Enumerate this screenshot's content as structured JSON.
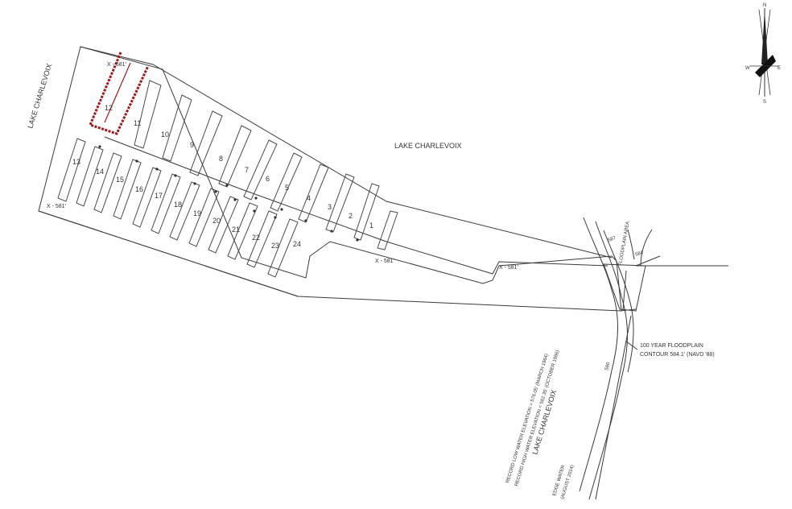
{
  "labels": {
    "lake_left": "LAKE CHARLEVOIX",
    "lake_top": "LAKE CHARLEVOIX",
    "lake_bottom": "LAKE CHARLEVOIX",
    "floodplain_area": "FLOODPLAIN AREA",
    "floodplain_contour_line1": "100 YEAR FLOODPLAIN",
    "floodplain_contour_line2": "CONTOUR 584.1' (NAVD '88)",
    "record_low": "RECORD LOW WATER ELEVATION = 576.05' (MARCH 1964)",
    "record_high": "RECORD HIGH WATER ELEVATION = 582.35' (OCTOBER 1986)",
    "edge_water_line1": "EDGE WATER",
    "edge_water_line2": "(AUGUST 2014)",
    "contour_587": "587",
    "contour_584": "584",
    "contour_580": "580"
  },
  "elevations": {
    "e1": "X - 581'",
    "e2": "X - 581'",
    "e3": "X - 581'",
    "e4": "X - 581'"
  },
  "compass": {
    "n": "N",
    "s": "S",
    "e": "E",
    "w": "W"
  },
  "slips": [
    "1",
    "2",
    "3",
    "4",
    "5",
    "6",
    "7",
    "8",
    "9",
    "10",
    "11",
    "12",
    "13",
    "14",
    "15",
    "16",
    "17",
    "18",
    "19",
    "20",
    "21",
    "22",
    "23",
    "24"
  ],
  "colors": {
    "highlight": "#a01818",
    "line": "#3a3a3a"
  }
}
